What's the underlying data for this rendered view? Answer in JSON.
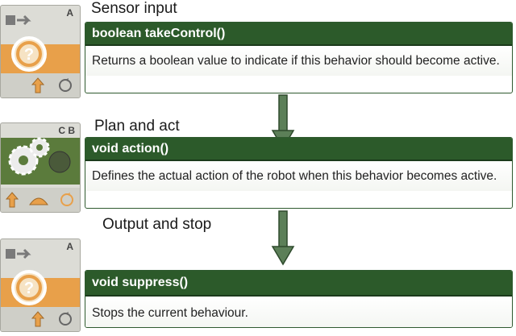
{
  "stages": [
    {
      "label": "Sensor input",
      "block_letter": "A",
      "block_color": "#e8a04a",
      "method": "boolean takeControl()",
      "description": "Returns a boolean value to indicate if this behavior should become active."
    },
    {
      "label": "Plan and act",
      "block_letter": "C B",
      "block_color": "#5b7b3c",
      "method": "void action()",
      "description": "Defines the actual action of the robot when this behavior becomes active."
    },
    {
      "label": "Output and stop",
      "block_letter": "A",
      "block_color": "#e8a04a",
      "method": "void suppress()",
      "description": "Stops the current behaviour."
    }
  ],
  "colors": {
    "header": "#2c5a2a",
    "arrow_fill": "#5c7f58",
    "arrow_stroke": "#2e4a2c"
  }
}
